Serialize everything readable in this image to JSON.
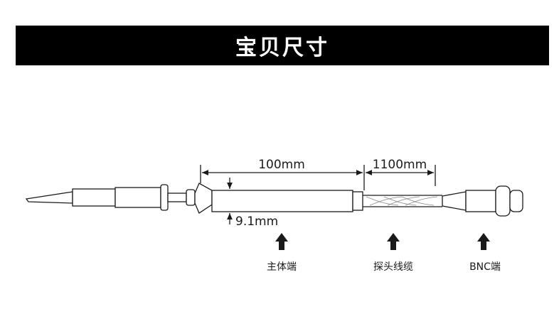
{
  "header": {
    "title": "宝贝尺寸"
  },
  "dimensions": {
    "body_length": "100mm",
    "cable_length": "1100mm",
    "body_diameter": "9.1mm"
  },
  "parts": {
    "body": "主体端",
    "cable": "探头线缆",
    "bnc": "BNC端"
  },
  "colors": {
    "banner": "#000000",
    "banner_text": "#ffffff",
    "line": "#1a1a1a"
  }
}
